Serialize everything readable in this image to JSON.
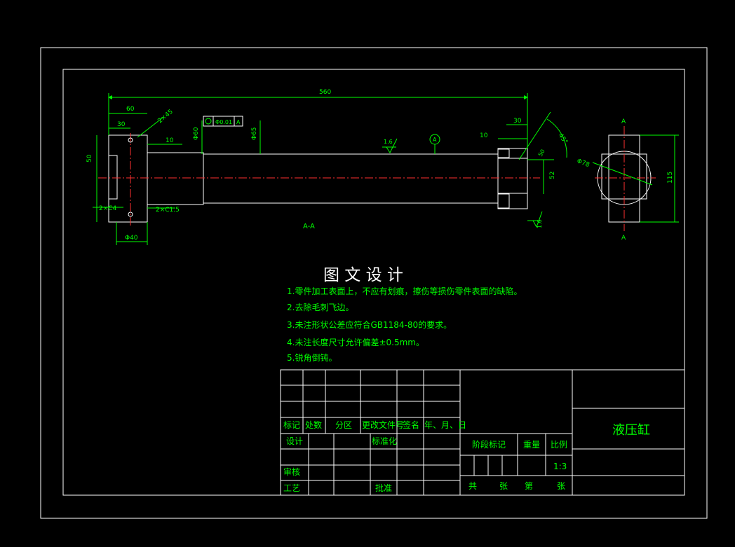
{
  "drawing": {
    "dims": {
      "overall_length": "560",
      "left_60": "60",
      "left_30": "30",
      "left_10": "10",
      "chamfer_2x45": "2×45",
      "dia_50": "50",
      "dia_60a": "Φ60",
      "dia_65": "Φ65",
      "right_10": "10",
      "right_30": "30",
      "angle_45": "45°",
      "right_50": "50",
      "right_52": "52",
      "label_2x_c4": "2×C4",
      "label_2x_c15": "2×C1.5",
      "dia_40": "Φ40",
      "roughness_16": "1.6",
      "roughness_16b": "1.6",
      "datum_a": "A",
      "tol_value": "Φ0.01",
      "tol_datum": "A",
      "section_label": "A-A",
      "dia_78": "Φ78",
      "height_115": "115",
      "section_a_top": "A",
      "section_a_bottom": "A"
    }
  },
  "notes": {
    "title": "图 文 设 计",
    "items": [
      "1.零件加工表面上，不应有划痕，擦伤等损伤零件表面的缺陷。",
      "2.去除毛刺飞边。",
      "3.未注形状公差应符合GB1184-80的要求。",
      "4.未注长度尺寸允许偏差±0.5mm。",
      "5.锐角倒钝。"
    ]
  },
  "title_block": {
    "row_labels": [
      "标记",
      "处数",
      "分区",
      "更改文件号",
      "签名",
      "年、月、日"
    ],
    "design": "设计",
    "standardize": "标准化",
    "review": "审核",
    "process": "工艺",
    "approve": "批准",
    "stage_mark": "阶段标记",
    "weight": "重量",
    "scale_label": "比例",
    "scale_value": "1:3",
    "part_name": "液压缸",
    "sheets_total": "共",
    "sheets_unit": "张",
    "sheet_no": "第",
    "sheet_unit2": "张"
  },
  "colors": {
    "background": "#000000",
    "lines": "#ffffff",
    "dimensions": "#00ff00",
    "centerlines": "#ff3030"
  }
}
